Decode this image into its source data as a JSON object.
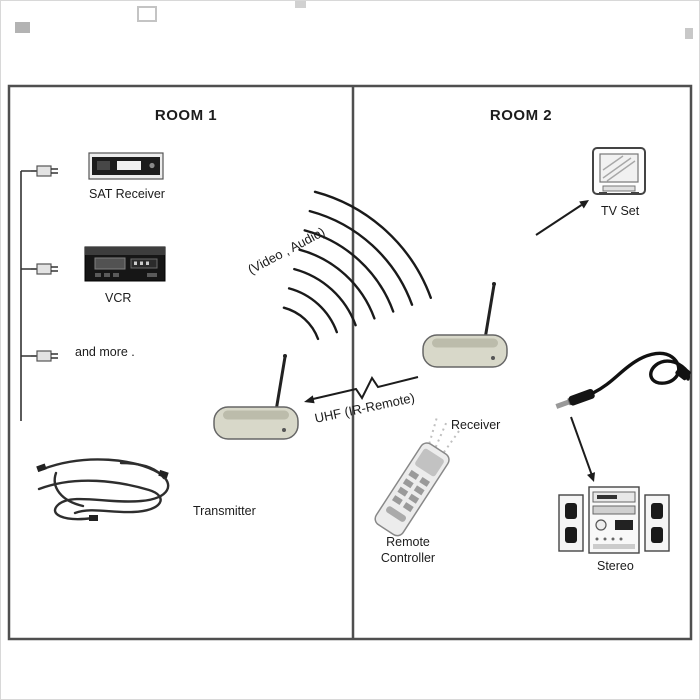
{
  "colors": {
    "frame_border": "#4f4f4f",
    "text": "#1c1c1c",
    "device_body": "#d8d8c9",
    "signal_gray": "#b5b5b5"
  },
  "room1": {
    "title": "ROOM 1",
    "devices": {
      "sat_receiver": "SAT Receiver",
      "vcr": "VCR",
      "more_sources": "and more .",
      "transmitter": "Transmitter"
    }
  },
  "room2": {
    "title": "ROOM 2",
    "devices": {
      "tv": "TV Set",
      "receiver": "Receiver",
      "remote": "Remote Controller",
      "stereo": "Stereo"
    }
  },
  "signals": {
    "audio_video": "(Video , Audio)",
    "uhf": "UHF (IR-Remote)"
  },
  "icons": {
    "sat_receiver": "sat-receiver-icon",
    "vcr": "vcr-icon",
    "plug": "plug-icon",
    "cable_bundle": "cable-bundle-icon",
    "transmitter": "transmitter-device-icon",
    "receiver": "receiver-device-icon",
    "remote": "remote-control-icon",
    "tv": "tv-icon",
    "stereo": "stereo-icon",
    "ir_extender": "ir-extender-cable-icon",
    "radio_waves": "radio-waves-icon",
    "arrows": "arrow-icon"
  }
}
